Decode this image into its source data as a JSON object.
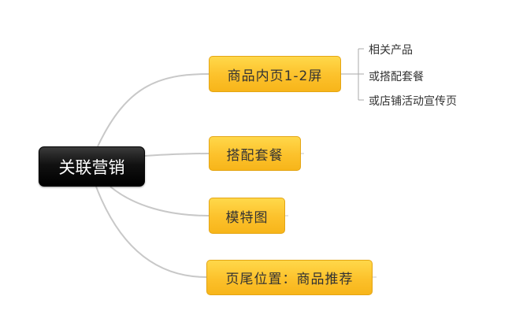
{
  "diagram": {
    "root": "关联营销",
    "topics": [
      {
        "label": "商品内页1-2屏",
        "children": [
          "相关产品",
          "或搭配套餐",
          "或店铺活动宣传页"
        ]
      },
      {
        "label": "搭配套餐",
        "children": []
      },
      {
        "label": "模特图",
        "children": []
      },
      {
        "label": "页尾位置：商品推荐",
        "children": []
      }
    ],
    "colors": {
      "root_fill": "#000000",
      "topic_fill": "#fcc12b",
      "connector": "#c8c8c8"
    }
  }
}
